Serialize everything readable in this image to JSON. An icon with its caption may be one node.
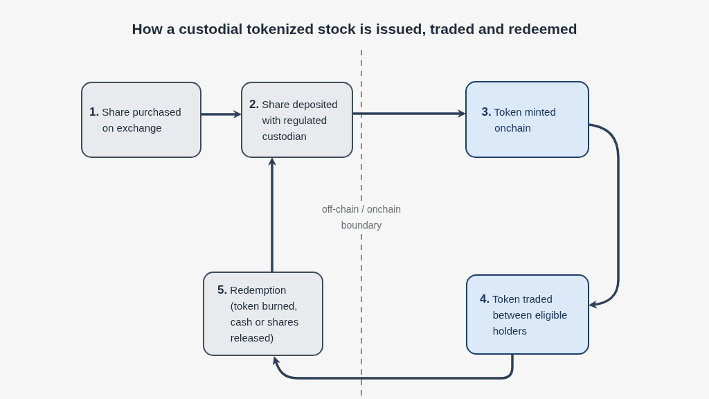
{
  "diagram": {
    "title": "How a custodial tokenized stock is issued, traded and redeemed",
    "nodes": [
      {
        "text": [
          "**1.** Share purchased on exchange"
        ]
      },
      {
        "text": [
          "**2.** Share deposited with regulated custodian"
        ]
      },
      {
        "text": [
          "**3.** Token minted onchain"
        ]
      },
      {
        "text": [
          "**4.** Token traded between eligible holders"
        ]
      },
      {
        "text": [
          "**5.** Redemption (token burned, cash or shares released)"
        ]
      }
    ],
    "edges": [
      {
        "from": 0,
        "to": 1,
        "arrow": "to"
      },
      {
        "from": 1,
        "to": 2,
        "arrow": "to"
      },
      {
        "from": 2,
        "to": 3,
        "arrow": "to"
      },
      {
        "from": 3,
        "to": 4,
        "arrow": "to"
      },
      {
        "from": 4,
        "to": 1,
        "arrow": "to"
      }
    ],
    "labels": [
      "off-chain / onchain boundary"
    ]
  }
}
